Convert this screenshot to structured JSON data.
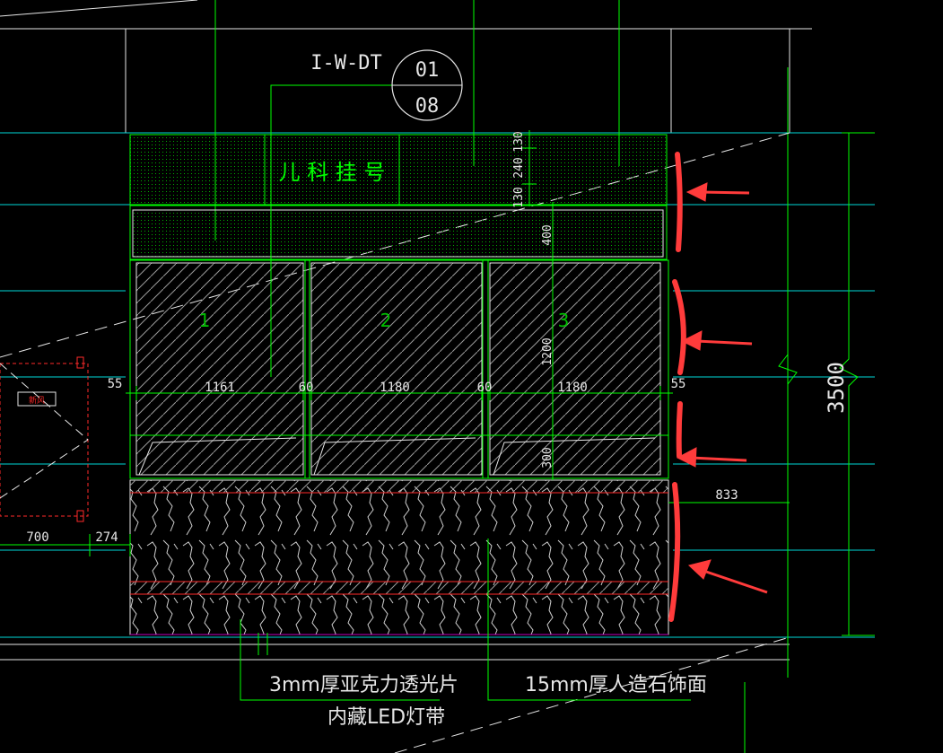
{
  "colors": {
    "background": "#000000",
    "line_green": "#00ff00",
    "line_cyan": "#00d7d7",
    "line_white": "#e6e6e6",
    "red": "#ff2a2a",
    "arrow_red": "#ff3b3b",
    "magenta": "#c000c0"
  },
  "callout": {
    "code": "I-W-DT",
    "top": "01",
    "bottom": "08"
  },
  "sign": {
    "text": "儿 科 挂 号"
  },
  "panels": {
    "labels": [
      "1",
      "2",
      "3"
    ]
  },
  "dimensions": {
    "horizontal": {
      "d55_left": "55",
      "d1161": "1161",
      "d60_a": "60",
      "d1180_a": "1180",
      "d60_b": "60",
      "d1180_b": "1180",
      "d55_right": "55",
      "d833": "833",
      "d700": "700",
      "d274": "274"
    },
    "vertical": {
      "d130_top": "130",
      "d240": "240",
      "d130_bottom": "130",
      "d400": "400",
      "d1200": "1200",
      "d300": "300",
      "d3500": "3500"
    }
  },
  "notes": {
    "acrylic_line1": "3mm厚亚克力透光片",
    "acrylic_line2": "内藏LED灯带",
    "stone": "15mm厚人造石饰面"
  },
  "left_element": {
    "label": "新风"
  }
}
